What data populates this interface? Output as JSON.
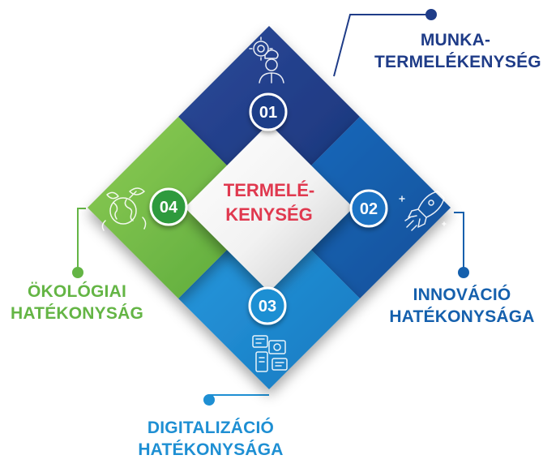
{
  "center": {
    "line1": "TERMELÉ-",
    "line2": "KENYSÉG"
  },
  "segments": [
    {
      "number": "01",
      "label_line1": "MUNKA-",
      "label_line2": "TERMELÉKENYSÉG",
      "color": "#1f3c88",
      "icon": "worker-gear-icon"
    },
    {
      "number": "02",
      "label_line1": "INNOVÁCIÓ",
      "label_line2": "HATÉKONYSÁGA",
      "color": "#1560ad",
      "icon": "rocket-icon"
    },
    {
      "number": "03",
      "label_line1": "DIGITALIZÁCIÓ",
      "label_line2": "HATÉKONYSÁGA",
      "color": "#1e8fd3",
      "icon": "digital-devices-icon"
    },
    {
      "number": "04",
      "label_line1": "ÖKOLÓGIAI",
      "label_line2": "HATÉKONYSÁG",
      "color": "#64b545",
      "icon": "eco-globe-icon"
    }
  ]
}
